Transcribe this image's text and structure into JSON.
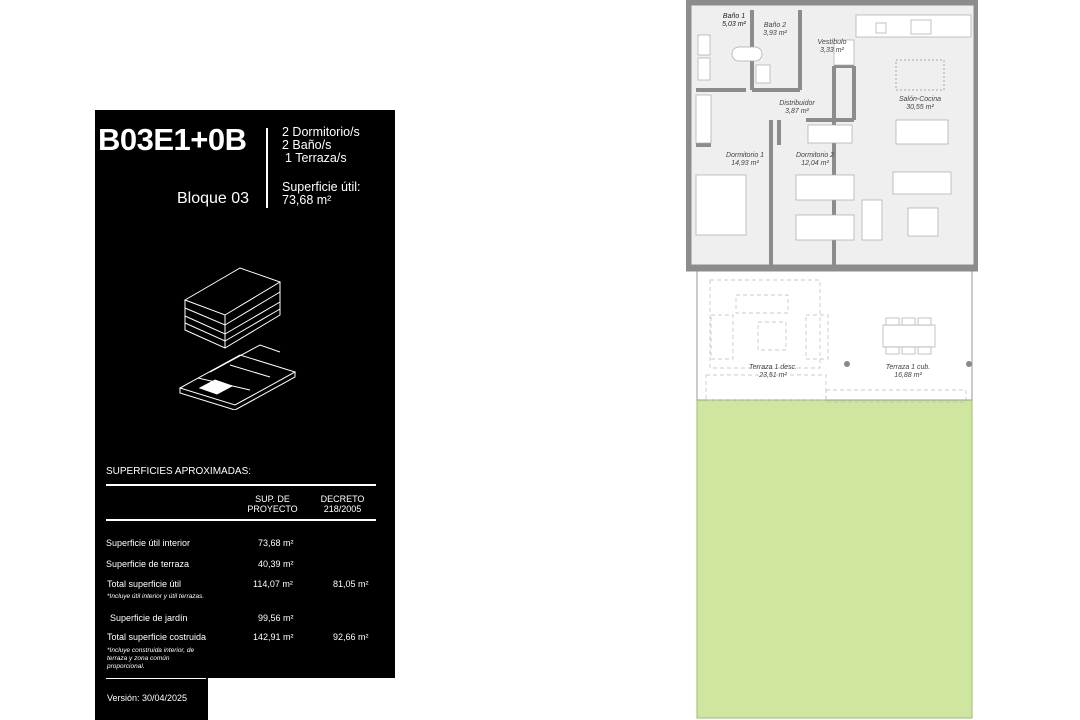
{
  "unit": {
    "code": "B03E1+0B",
    "bloque": "Bloque 03",
    "features": [
      "2 Dormitorio/s",
      "2 Baño/s",
      "1 Terraza/s"
    ],
    "superficie_label": "Superficie útil:",
    "superficie_value": "73,68 m²"
  },
  "table": {
    "title": "SUPERFICIES APROXIMADAS:",
    "col1": [
      "SUP. DE",
      "PROYECTO"
    ],
    "col2": [
      "DECRETO",
      "218/2005"
    ],
    "rows": [
      {
        "label": "Superficie útil interior",
        "proyecto": "73,68 m²",
        "decreto": ""
      },
      {
        "label": "Superficie de terraza",
        "proyecto": "40,39 m²",
        "decreto": ""
      },
      {
        "label": "Total superficie útil",
        "proyecto": "114,07 m²",
        "decreto": "81,05 m²",
        "note": "*Incluye útil interior y útil terrazas."
      },
      {
        "label": "Superficie de jardín",
        "proyecto": "99,56 m²",
        "decreto": ""
      },
      {
        "label": "Total superficie costruida",
        "proyecto": "142,91 m²",
        "decreto": "92,66 m²",
        "note": "*Incluye construida interior, de terraza y zona común proporcional."
      }
    ],
    "version": "Versión:  30/04/2025"
  },
  "plan": {
    "rooms": [
      {
        "name": "Baño 1",
        "area": "5,03 m²"
      },
      {
        "name": "Baño 2",
        "area": "3,93 m²"
      },
      {
        "name": "Vestíbulo",
        "area": "3,33 m²"
      },
      {
        "name": "Distribuidor",
        "area": "3,87 m²"
      },
      {
        "name": "Salón-Cocina",
        "area": "30,55 m²"
      },
      {
        "name": "Dormitorio 1",
        "area": "14,93 m²"
      },
      {
        "name": "Dormitorio 2",
        "area": "12,04 m²"
      },
      {
        "name": "Terraza 1 desc.",
        "area": "23,51 m²"
      },
      {
        "name": "Terraza 1 cub.",
        "area": "16,88 m²"
      }
    ]
  },
  "colors": {
    "garden": "#cfe6a0",
    "wall": "#8c8c8c",
    "floor": "#efefef"
  }
}
